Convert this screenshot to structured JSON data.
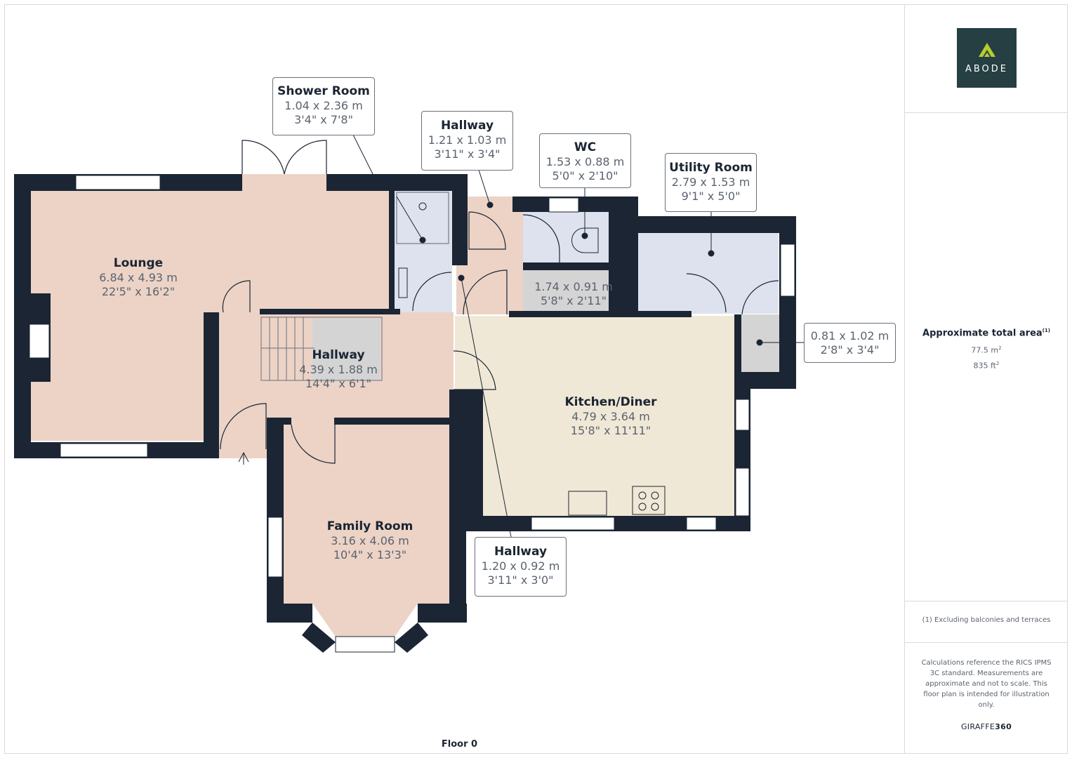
{
  "brand": {
    "logo_text": "ABODE",
    "logo_bg": "#263f43",
    "logo_accent": "#b5cd2f"
  },
  "floor": {
    "label": "Floor 0"
  },
  "rooms": {
    "lounge": {
      "name": "Lounge",
      "metric": "6.84 x 4.93 m",
      "imperial": "22'5\" x 16'2\""
    },
    "shower_room": {
      "name": "Shower Room",
      "metric": "1.04 x 2.36 m",
      "imperial": "3'4\" x 7'8\""
    },
    "hallway_upper": {
      "name": "Hallway",
      "metric": "1.21 x 1.03 m",
      "imperial": "3'11\" x 3'4\""
    },
    "wc": {
      "name": "WC",
      "metric": "1.53 x 0.88 m",
      "imperial": "5'0\" x 2'10\""
    },
    "utility_room": {
      "name": "Utility Room",
      "metric": "2.79 x 1.53 m",
      "imperial": "9'1\" x 5'0\""
    },
    "store": {
      "name": "",
      "metric": "1.74 x 0.91 m",
      "imperial": "5'8\" x 2'11\""
    },
    "cupboard": {
      "name": "",
      "metric": "0.81 x 1.02 m",
      "imperial": "2'8\" x 3'4\""
    },
    "hallway_main": {
      "name": "Hallway",
      "metric": "4.39 x 1.88 m",
      "imperial": "14'4\" x 6'1\""
    },
    "kitchen_diner": {
      "name": "Kitchen/Diner",
      "metric": "4.79 x 3.64 m",
      "imperial": "15'8\" x 11'11\""
    },
    "family_room": {
      "name": "Family Room",
      "metric": "3.16 x 4.06 m",
      "imperial": "10'4\" x 13'3\""
    },
    "hallway_lower": {
      "name": "Hallway",
      "metric": "1.20 x 0.92 m",
      "imperial": "3'11\" x 3'0\""
    }
  },
  "summary": {
    "area_title": "Approximate total area",
    "area_title_note": "(1)",
    "area_m2": "77.5 m",
    "area_ft2": "835 ft",
    "sup2": "2",
    "footnote": "(1) Excluding balconies and terraces",
    "disclaimer": "Calculations reference the RICS IPMS 3C standard. Measurements are approximate and not to scale. This floor plan is intended for illustration only.",
    "brand_light": "GIRAFFE",
    "brand_bold": "360"
  },
  "colors": {
    "wall": "#1b2533",
    "living": "#ecd3c6",
    "wet": "#dde2ee",
    "kitchen": "#f0e8d6",
    "storage": "#d4d4d4"
  }
}
